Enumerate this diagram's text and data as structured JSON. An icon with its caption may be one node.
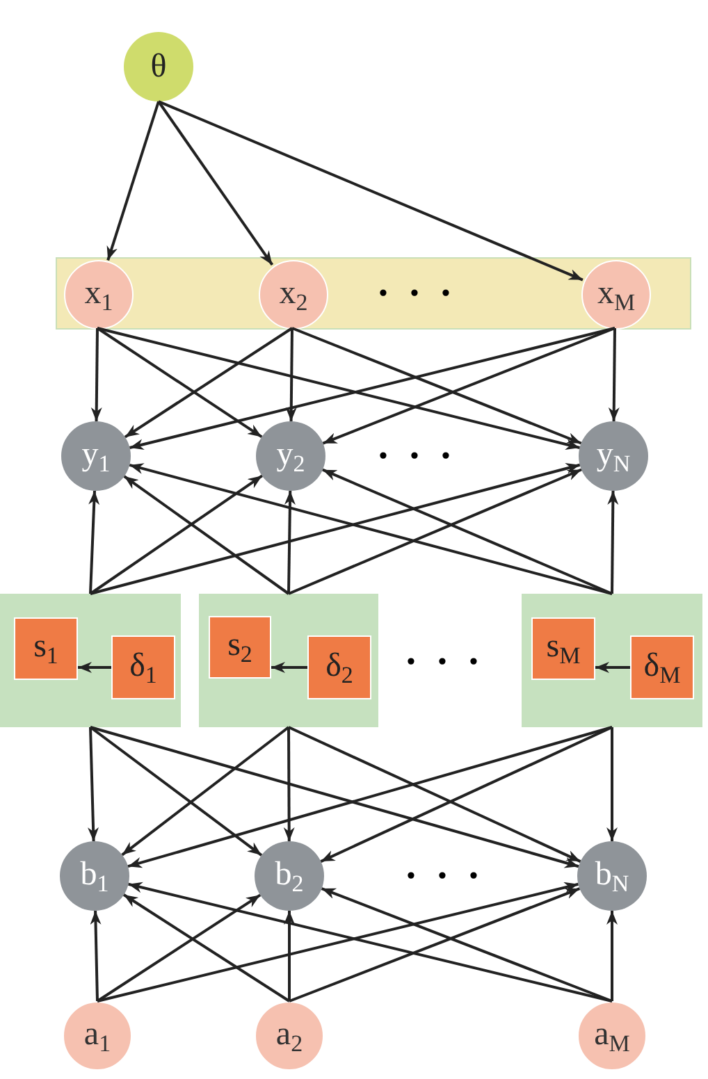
{
  "diagram": {
    "nodes": [
      {
        "text": [
          "θ"
        ]
      },
      {
        "text": [],
        "shape": "box"
      },
      {
        "text": [
          "x$_{1}$"
        ],
        "in": 1
      },
      {
        "text": [
          "x$_{2}$"
        ],
        "in": 1
      },
      {
        "text": [
          "x$_{M}$"
        ],
        "in": 1
      },
      {
        "text": [
          "y$_{1}$"
        ]
      },
      {
        "text": [
          "y$_{2}$"
        ]
      },
      {
        "text": [
          "y$_{N}$"
        ]
      },
      {
        "text": [],
        "shape": "box"
      },
      {
        "text": [
          "s$_{1}$"
        ],
        "in": 8
      },
      {
        "text": [
          "δ$_{1}$"
        ],
        "in": 8
      },
      {
        "text": [],
        "shape": "box"
      },
      {
        "text": [
          "s$_{2}$"
        ],
        "in": 11
      },
      {
        "text": [
          "δ$_{2}$"
        ],
        "in": 11
      },
      {
        "text": [],
        "shape": "box"
      },
      {
        "text": [
          "s$_{M}$"
        ],
        "in": 14
      },
      {
        "text": [
          "δ$_{M}$"
        ],
        "in": 14
      },
      {
        "text": [
          "b$_{1}$"
        ]
      },
      {
        "text": [
          "b$_{2}$"
        ]
      },
      {
        "text": [
          "b$_{N}$"
        ]
      },
      {
        "text": [
          "a$_{1}$"
        ]
      },
      {
        "text": [
          "a$_{2}$"
        ]
      },
      {
        "text": [
          "a$_{M}$"
        ]
      }
    ],
    "edges": [
      {
        "from": 0,
        "to": 2,
        "arrow": "to"
      },
      {
        "from": 0,
        "to": 3,
        "arrow": "to"
      },
      {
        "from": 0,
        "to": 4,
        "arrow": "to"
      },
      {
        "from": 2,
        "to": 5,
        "arrow": "to"
      },
      {
        "from": 2,
        "to": 6,
        "arrow": "to"
      },
      {
        "from": 2,
        "to": 7,
        "arrow": "to"
      },
      {
        "from": 3,
        "to": 5,
        "arrow": "to"
      },
      {
        "from": 3,
        "to": 6,
        "arrow": "to"
      },
      {
        "from": 3,
        "to": 7,
        "arrow": "to"
      },
      {
        "from": 4,
        "to": 5,
        "arrow": "to"
      },
      {
        "from": 4,
        "to": 6,
        "arrow": "to"
      },
      {
        "from": 4,
        "to": 7,
        "arrow": "to"
      },
      {
        "from": 8,
        "to": 5,
        "arrow": "to"
      },
      {
        "from": 8,
        "to": 6,
        "arrow": "to"
      },
      {
        "from": 8,
        "to": 7,
        "arrow": "to"
      },
      {
        "from": 11,
        "to": 5,
        "arrow": "to"
      },
      {
        "from": 11,
        "to": 6,
        "arrow": "to"
      },
      {
        "from": 11,
        "to": 7,
        "arrow": "to"
      },
      {
        "from": 14,
        "to": 5,
        "arrow": "to"
      },
      {
        "from": 14,
        "to": 6,
        "arrow": "to"
      },
      {
        "from": 14,
        "to": 7,
        "arrow": "to"
      },
      {
        "from": 10,
        "to": 9,
        "arrow": "to"
      },
      {
        "from": 13,
        "to": 12,
        "arrow": "to"
      },
      {
        "from": 16,
        "to": 15,
        "arrow": "to"
      },
      {
        "from": 8,
        "to": 17,
        "arrow": "to"
      },
      {
        "from": 8,
        "to": 18,
        "arrow": "to"
      },
      {
        "from": 8,
        "to": 19,
        "arrow": "to"
      },
      {
        "from": 11,
        "to": 17,
        "arrow": "to"
      },
      {
        "from": 11,
        "to": 18,
        "arrow": "to"
      },
      {
        "from": 11,
        "to": 19,
        "arrow": "to"
      },
      {
        "from": 14,
        "to": 17,
        "arrow": "to"
      },
      {
        "from": 14,
        "to": 18,
        "arrow": "to"
      },
      {
        "from": 14,
        "to": 19,
        "arrow": "to"
      },
      {
        "from": 20,
        "to": 17,
        "arrow": "to"
      },
      {
        "from": 20,
        "to": 18,
        "arrow": "to"
      },
      {
        "from": 20,
        "to": 19,
        "arrow": "to"
      },
      {
        "from": 21,
        "to": 17,
        "arrow": "to"
      },
      {
        "from": 21,
        "to": 18,
        "arrow": "to"
      },
      {
        "from": 21,
        "to": 19,
        "arrow": "to"
      },
      {
        "from": 22,
        "to": 17,
        "arrow": "to"
      },
      {
        "from": 22,
        "to": 18,
        "arrow": "to"
      },
      {
        "from": 22,
        "to": 19,
        "arrow": "to"
      }
    ],
    "labels": [
      "• • •",
      "• • •",
      "• • •",
      "• • •"
    ]
  }
}
